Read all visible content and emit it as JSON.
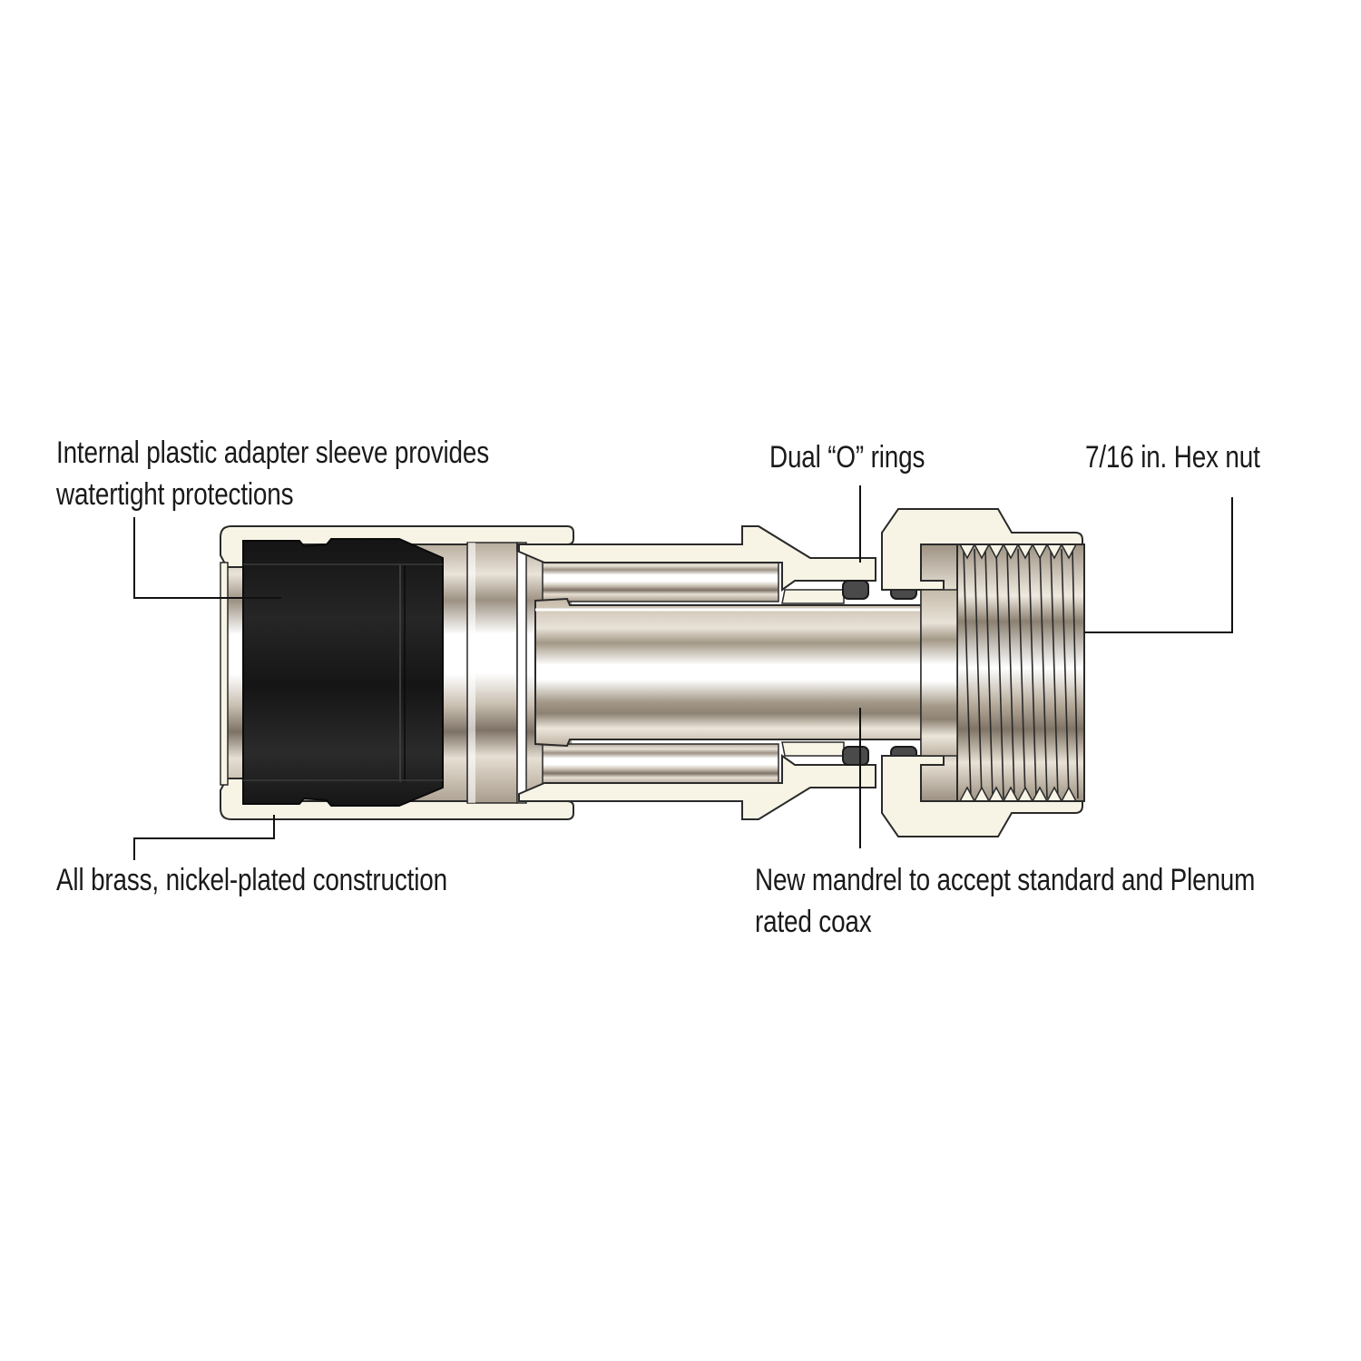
{
  "diagram": {
    "subject": "Coaxial compression connector cross-section",
    "callouts": [
      {
        "id": "sleeve",
        "lines": [
          "Internal plastic adapter sleeve provides",
          "watertight protections"
        ]
      },
      {
        "id": "orings",
        "lines": [
          "Dual “O” rings"
        ]
      },
      {
        "id": "hexnut",
        "lines": [
          "7/16 in. Hex nut"
        ]
      },
      {
        "id": "construction",
        "lines": [
          "All brass, nickel-plated construction"
        ]
      },
      {
        "id": "mandrel",
        "lines": [
          "New mandrel to accept standard and Plenum",
          "rated coax"
        ]
      }
    ],
    "colors": {
      "body_fill": "#f7f4e6",
      "outline": "#2a2a2a",
      "sleeve": "#1e1e1e",
      "oring": "#4a4a4a",
      "metal_light": "#ffffff",
      "metal_mid": "#d8cfc2",
      "metal_dark": "#8a7f72",
      "leader": "#111111"
    }
  }
}
